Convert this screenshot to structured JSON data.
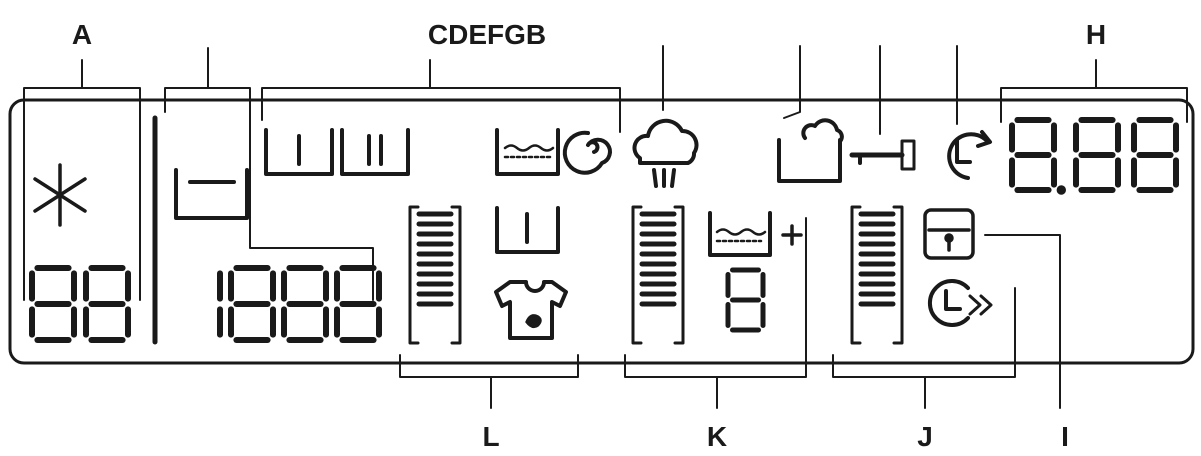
{
  "callouts": {
    "a": "A",
    "cdefgb": "CDEFGB",
    "h": "H",
    "l": "L",
    "k": "K",
    "j": "J",
    "i": "I"
  },
  "icons": {
    "temperature": "snowflake-icon",
    "spin": "tub-icon",
    "prewash": "tub-single-bar-icon",
    "mainwash": "tub-double-bar-icon",
    "rinse": "water-level-icon",
    "spin_phase": "spiral-icon",
    "steam": "steam-cloud-icon",
    "anticrease": "steam-tub-icon",
    "door_lock": "key-icon",
    "end_time": "clock-icon",
    "child_lock": "padlock-icon",
    "time_saver": "clock-forward-icon",
    "soil_level": "shirt-stain-icon",
    "extra_rinse": "water-level-plus-icon"
  },
  "display": {
    "temperature_digits": "88",
    "spin_digits": "1888",
    "rinse_digit": "8",
    "time_digits": "8.88"
  },
  "colors": {
    "ink": "#1a1a1a",
    "background": "#ffffff"
  }
}
